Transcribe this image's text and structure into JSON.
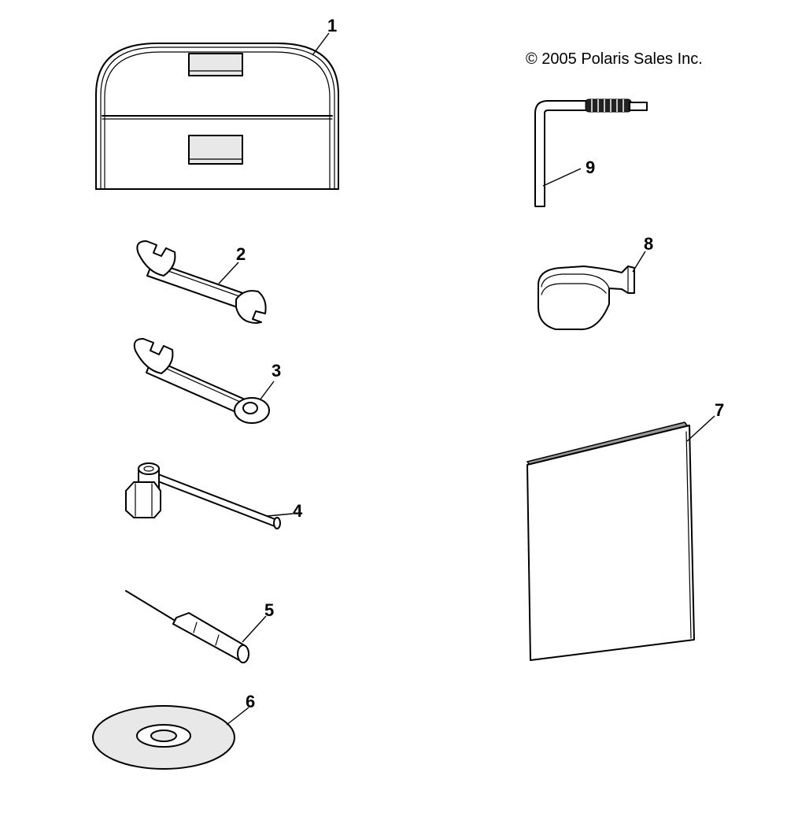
{
  "copyright": "© 2005 Polaris Sales Inc.",
  "callouts": {
    "c1": "1",
    "c2": "2",
    "c3": "3",
    "c4": "4",
    "c5": "5",
    "c6": "6",
    "c7": "7",
    "c8": "8",
    "c9": "9"
  },
  "icons": {
    "part1": "tool-pouch-icon",
    "part2": "open-end-wrench-icon",
    "part3": "combination-wrench-icon",
    "part4": "spark-plug-socket-wrench-icon",
    "part5": "screwdriver-icon",
    "part6": "cd-disc-icon",
    "part7": "owners-manual-booklet-icon",
    "part8": "strap-icon",
    "part9": "hex-key-icon"
  }
}
